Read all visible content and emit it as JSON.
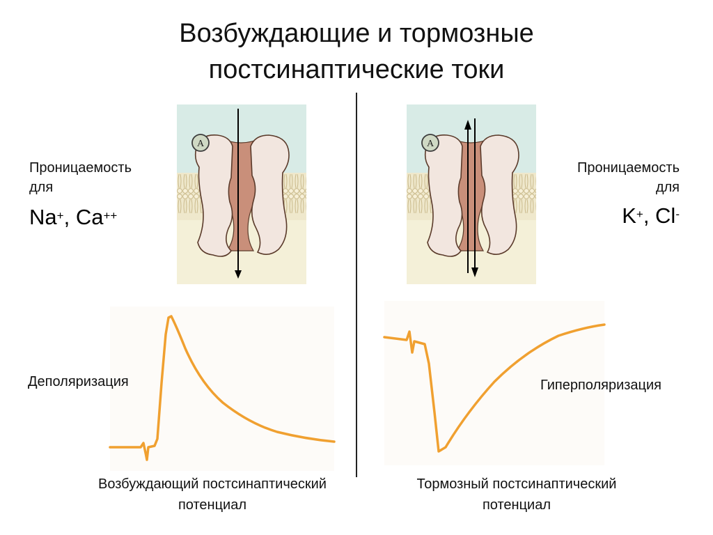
{
  "title": {
    "line1": "Возбуждающие и тормозные",
    "line2": "постсинаптические токи"
  },
  "left": {
    "permeability_line1": "Проницаемость",
    "permeability_line2": "для",
    "ion1": "Na",
    "ion1_sup": "+",
    "ion_sep": ", ",
    "ion2": "Ca",
    "ion2_sup": "++",
    "curve_label": "Деполяризация",
    "caption_line1": "Возбуждающий постсинаптический",
    "caption_line2": "потенциал",
    "channel_badge": "A"
  },
  "right": {
    "permeability_line1": "Проницаемость",
    "permeability_line2": "для",
    "ion1": "K",
    "ion1_sup": "+",
    "ion_sep": ", ",
    "ion2": "Cl",
    "ion2_sup": "-",
    "curve_label": "Гиперполяризация",
    "caption_line1": "Тормозный постсинаптический",
    "caption_line2": "потенциал",
    "channel_badge": "A"
  },
  "colors": {
    "extracellular": "#d8ebe6",
    "membrane": "#efe8cc",
    "intracellular": "#f4f0d8",
    "protein_light": "#f2e6df",
    "protein_dark": "#c98f7a",
    "trace": "#f0a030",
    "graph_bg": "#fdfbf8"
  }
}
